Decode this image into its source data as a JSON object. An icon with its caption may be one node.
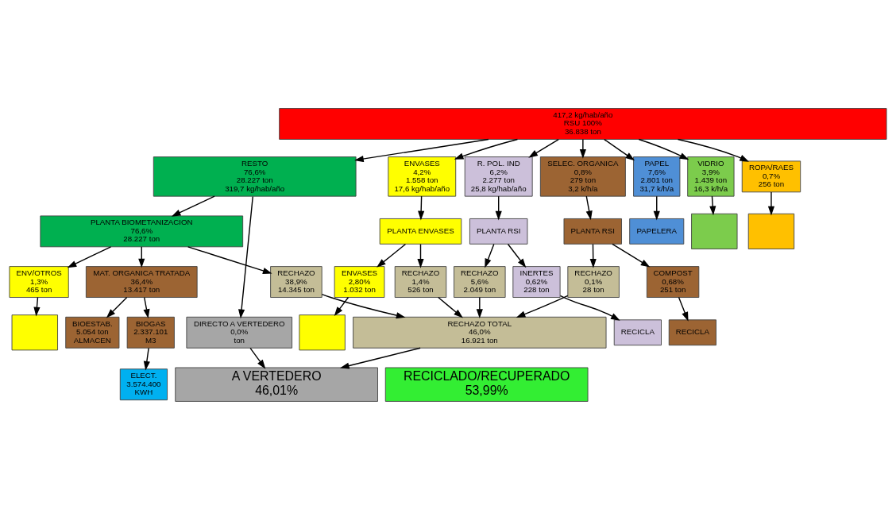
{
  "diagram": {
    "nodes": [
      {
        "text": [
          "417,2 kg/hab/año",
          "RSU 100%",
          "36.838 ton"
        ]
      },
      {
        "text": [
          "RESTO",
          "76,6%",
          "28.227 ton",
          "319,7 kg/hab/año"
        ]
      },
      {
        "text": [
          "ENVASES",
          "4,2%",
          "1.558 ton",
          "17,6 kg/hab/año"
        ]
      },
      {
        "text": [
          "R. POL. IND",
          "6,2%",
          "2.277 ton",
          "25,8 kg/hab/año"
        ]
      },
      {
        "text": [
          "SELEC. ORGANICA",
          "0,8%",
          "279 ton",
          "3,2 k/h/a"
        ]
      },
      {
        "text": [
          "PAPEL",
          "7,6%",
          "2.801 ton",
          "31,7 k/h/a"
        ]
      },
      {
        "text": [
          "VIDRIO",
          "3,9%",
          "1.439 ton",
          "16,3 k/h/a"
        ]
      },
      {
        "text": [
          "PLANTA BIOMETANIZACION",
          "76,6%",
          "28.227 ton"
        ]
      },
      {
        "text": [
          "PLANTA ENVASES"
        ]
      },
      {
        "text": [
          "PLANTA RSI"
        ]
      },
      {
        "text": [
          "PLANTA RSI"
        ]
      },
      {
        "text": [
          "ROPA/RAES",
          "0,7%",
          "256 ton"
        ]
      },
      {
        "text": [
          "MAT. ORGANICA TRATADA",
          "36,4%",
          "13.417 ton"
        ]
      },
      {
        "text": [
          "ENV/OTROS",
          "1,3%",
          "465 ton"
        ]
      },
      {
        "text": [
          "RECHAZO",
          "38,9%",
          "14.345 ton"
        ]
      },
      {
        "text": [
          "RECHAZO",
          "1,4%",
          "526 ton"
        ]
      },
      {
        "text": [
          "ENVASES",
          "2,80%",
          "1.032 ton"
        ]
      },
      {
        "text": [
          "RECHAZO",
          "5,6%",
          "2.049 ton"
        ]
      },
      {
        "text": [
          "INERTES",
          "0,62%",
          "228 ton"
        ]
      },
      {
        "text": [
          "RECHAZO",
          "0,1%",
          "28 ton"
        ]
      },
      {
        "text": [
          "COMPOST",
          "0,68%",
          "251 ton"
        ]
      },
      {
        "text": [
          "PAPELERA"
        ]
      },
      {
        "text": [],
        "shape": "box"
      },
      {
        "text": [
          "BIOGAS",
          "2.337.101",
          "M3"
        ]
      },
      {
        "text": [
          "BIOESTAB.",
          "5.054 ton",
          "ALMACEN"
        ]
      },
      {
        "text": [],
        "shape": "box"
      },
      {
        "text": [],
        "shape": "box"
      },
      {
        "text": [
          "RECICLA"
        ]
      },
      {
        "text": [
          "RECICLA"
        ]
      },
      {
        "text": [],
        "shape": "box"
      },
      {
        "text": [
          "DIRECTO A VERTEDERO",
          "0,0%",
          "ton"
        ]
      },
      {
        "text": [
          "ELECT.",
          "3.574.400",
          "KWH"
        ]
      },
      {
        "text": [
          "RECHAZO TOTAL",
          "46,0%",
          "16.921 ton"
        ]
      },
      {
        "text": [
          "A VERTEDERO",
          "46,01%"
        ]
      },
      {
        "text": [
          "RECICLADO/RECUPERADO",
          "53,99%"
        ]
      }
    ],
    "edges": [
      {
        "from": 0,
        "to": 1,
        "arrow": "to"
      },
      {
        "from": 0,
        "to": 2,
        "arrow": "to"
      },
      {
        "from": 0,
        "to": 3,
        "arrow": "to"
      },
      {
        "from": 0,
        "to": 4,
        "arrow": "to"
      },
      {
        "from": 0,
        "to": 5,
        "arrow": "to"
      },
      {
        "from": 0,
        "to": 11,
        "arrow": "to"
      },
      {
        "from": 0,
        "to": 6,
        "arrow": "to"
      },
      {
        "from": 1,
        "to": 30,
        "arrow": "to"
      },
      {
        "from": 1,
        "to": 7,
        "arrow": "to"
      },
      {
        "from": 2,
        "to": 8,
        "arrow": "to"
      },
      {
        "from": 3,
        "to": 9,
        "arrow": "to"
      },
      {
        "from": 4,
        "to": 10,
        "arrow": "to"
      },
      {
        "from": 7,
        "to": 12,
        "arrow": "to"
      },
      {
        "from": 7,
        "to": 13,
        "arrow": "to"
      },
      {
        "from": 7,
        "to": 14,
        "arrow": "to"
      },
      {
        "from": 8,
        "to": 15,
        "arrow": "to"
      },
      {
        "from": 8,
        "to": 16,
        "arrow": "to"
      },
      {
        "from": 9,
        "to": 17,
        "arrow": "to"
      },
      {
        "from": 9,
        "to": 18,
        "arrow": "to"
      },
      {
        "from": 10,
        "to": 19,
        "arrow": "to"
      },
      {
        "from": 10,
        "to": 20,
        "arrow": "to"
      },
      {
        "from": 5,
        "to": 21,
        "arrow": "to"
      },
      {
        "from": 6,
        "to": 22,
        "arrow": "to"
      },
      {
        "from": 12,
        "to": 23,
        "arrow": "to"
      },
      {
        "from": 12,
        "to": 24,
        "arrow": "to"
      },
      {
        "from": 13,
        "to": 25,
        "arrow": "to"
      },
      {
        "from": 16,
        "to": 26,
        "arrow": "to"
      },
      {
        "from": 18,
        "to": 27,
        "arrow": "to"
      },
      {
        "from": 20,
        "to": 28,
        "arrow": "to"
      },
      {
        "from": 11,
        "to": 29,
        "arrow": "to"
      },
      {
        "from": 23,
        "to": 31,
        "arrow": "to"
      },
      {
        "from": 14,
        "to": 32,
        "arrow": "to"
      },
      {
        "from": 15,
        "to": 32,
        "arrow": "to"
      },
      {
        "from": 17,
        "to": 32,
        "arrow": "to"
      },
      {
        "from": 19,
        "to": 32,
        "arrow": "to"
      },
      {
        "from": 30,
        "to": 33,
        "arrow": "to"
      },
      {
        "from": 32,
        "to": 33,
        "arrow": "to"
      }
    ]
  }
}
